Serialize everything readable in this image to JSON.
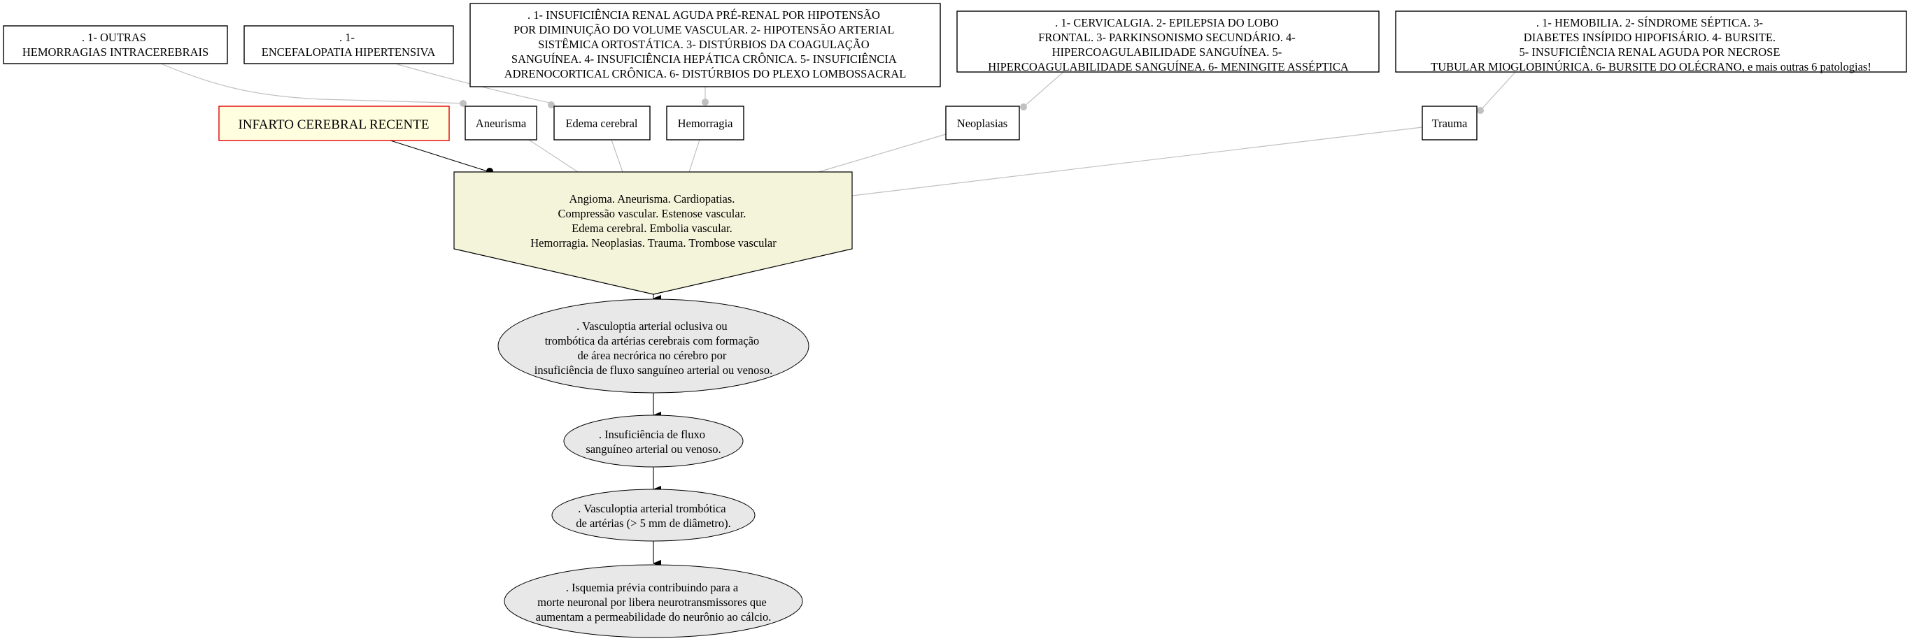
{
  "root": {
    "label": "INFARTO CEREBRAL RECENTE",
    "border_color": "#e00000",
    "fill_color": "#ffffdf"
  },
  "top_boxes": [
    {
      "id": "outras-hemorragias",
      "lines": [
        ". 1- OUTRAS",
        "HEMORRAGIAS INTRACEREBRAIS"
      ]
    },
    {
      "id": "encefalopatia",
      "lines": [
        ". 1-",
        "ENCEFALOPATIA HIPERTENSIVA"
      ]
    },
    {
      "id": "hemorragia-assoc",
      "lines": [
        ". 1- INSUFICIÊNCIA RENAL AGUDA PRÉ-RENAL POR HIPOTENSÃO",
        "POR DIMINUIÇÃO DO VOLUME VASCULAR. 2- HIPOTENSÃO ARTERIAL",
        "SISTÊMICA ORTOSTÁTICA. 3- DISTÚRBIOS DA COAGULAÇÃO",
        "SANGUÍNEA. 4- INSUFICIÊNCIA HEPÁTICA CRÔNICA. 5- INSUFICIÊNCIA",
        "ADRENOCORTICAL CRÔNICA. 6- DISTÚRBIOS DO PLEXO LOMBOSSACRAL"
      ]
    },
    {
      "id": "neoplasias-assoc",
      "lines": [
        ". 1- CERVICALGIA. 2- EPILEPSIA DO LOBO",
        "FRONTAL. 3- PARKINSONISMO SECUNDÁRIO. 4-",
        "HIPERCOAGULABILIDADE SANGUÍNEA. 5-",
        "HIPERCOAGULABILIDADE SANGUÍNEA. 6- MENINGITE ASSÉPTICA"
      ]
    },
    {
      "id": "trauma-assoc",
      "lines": [
        ". 1- HEMOBILIA. 2- SÍNDROME SÉPTICA. 3-",
        "DIABETES INSÍPIDO HIPOFISÁRIO. 4- BURSITE.",
        "5- INSUFICIÊNCIA RENAL AGUDA POR NECROSE",
        "TUBULAR MIOGLOBINÚRICA. 6- BURSITE DO OLÉCRANO, e mais outras 6 patologias!"
      ]
    }
  ],
  "cause_boxes": [
    {
      "id": "aneurisma",
      "label": "Aneurisma"
    },
    {
      "id": "edema",
      "label": "Edema cerebral"
    },
    {
      "id": "hemorragia",
      "label": "Hemorragia"
    },
    {
      "id": "neoplasias",
      "label": "Neoplasias"
    },
    {
      "id": "trauma",
      "label": "Trauma"
    }
  ],
  "causes_summary": {
    "lines": [
      "Angioma. Aneurisma. Cardiopatias.",
      "Compressão vascular. Estenose vascular.",
      "Edema cerebral. Embolia vascular.",
      "Hemorragia. Neoplasias. Trauma. Trombose vascular"
    ],
    "fill_color": "#f4f4da"
  },
  "mechanism_chain": [
    {
      "id": "vasculoptia-oclusiva",
      "lines": [
        ". Vasculoptia arterial oclusiva ou",
        "trombótica da artérias cerebrais com formação",
        "de área necrórica no cérebro por",
        "insuficiência de fluxo sanguíneo arterial ou venoso."
      ]
    },
    {
      "id": "insuficiencia-fluxo",
      "lines": [
        ". Insuficiência de fluxo",
        "sanguíneo arterial ou venoso."
      ]
    },
    {
      "id": "vasculoptia-trombotica",
      "lines": [
        ". Vasculoptia arterial trombótica",
        "de artérias (> 5 mm de diâmetro)."
      ]
    },
    {
      "id": "isquemia-previa",
      "lines": [
        ". Isquemia prévia contribuindo para a",
        "morte neuronal por libera neurotransmissores que",
        "aumentam a permeabilidade do neurônio ao cálcio."
      ]
    }
  ],
  "colors": {
    "edge_gray": "#c0c0c0",
    "edge_black": "#000000",
    "ellipse_fill": "#e8e8e8"
  }
}
